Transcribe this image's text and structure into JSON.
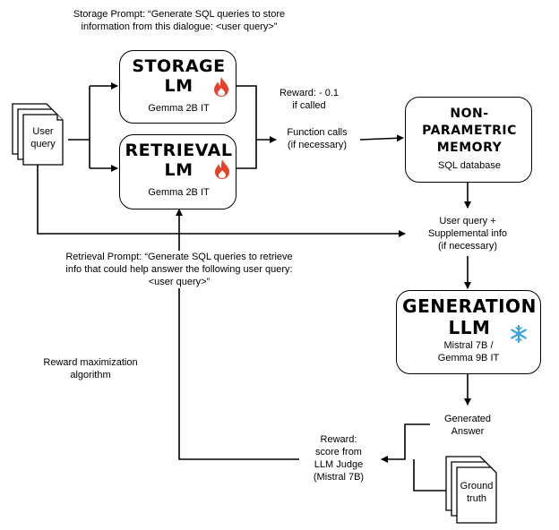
{
  "storage_prompt": [
    "Storage Prompt: “Generate SQL queries to store",
    "information from this dialogue: <user query>”"
  ],
  "storage_lm": {
    "line1": "STORAGE",
    "line2": "LM",
    "model": "Gemma 2B IT",
    "icon": "flame-icon"
  },
  "retrieval_lm": {
    "line1": "RETRIEVAL",
    "line2": "LM",
    "model": "Gemma 2B IT",
    "icon": "flame-icon"
  },
  "user_query_doc": [
    "User",
    "query"
  ],
  "reward_called": [
    "Reward: - 0.1",
    "if called"
  ],
  "function_calls": [
    "Function calls",
    "(if necessary)"
  ],
  "memory": {
    "line1": "NON-",
    "line2": "PARAMETRIC",
    "line3": "MEMORY",
    "sub": "SQL database"
  },
  "supplemental": [
    "User query +",
    "Supplemental info",
    "(if necessary)"
  ],
  "retrieval_prompt": [
    "Retrieval Prompt: “Generate SQL queries to retrieve",
    "info that could help answer the following user query:",
    "<user query>”"
  ],
  "generation": {
    "line1": "GENERATION",
    "line2": "LLM",
    "model1": "Mistral 7B /",
    "model2": "Gemma 9B IT",
    "icon": "snowflake-icon"
  },
  "reward_max": [
    "Reward maximization",
    "algorithm"
  ],
  "generated_answer": [
    "Generated",
    "Answer"
  ],
  "reward_judge": [
    "Reward:",
    "score from",
    "LLM Judge",
    "(Mistral 7B)"
  ],
  "ground_truth_doc": [
    "Ground",
    "truth"
  ],
  "colors": {
    "flame": "#e8412b",
    "snowflake": "#3aa3e3"
  }
}
